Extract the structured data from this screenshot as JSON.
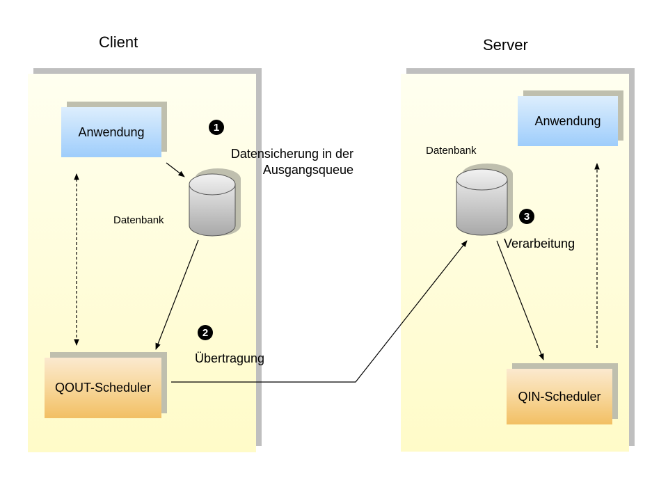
{
  "client": {
    "heading": "Client",
    "application_label": "Anwendung",
    "database_label": "Datenbank",
    "scheduler_label": "QOUT-Scheduler",
    "step1": {
      "number": "1",
      "text_line1": "Datensicherung in der",
      "text_line2": "Ausgangsqueue"
    },
    "step2": {
      "number": "2",
      "text": "Übertragung"
    }
  },
  "server": {
    "heading": "Server",
    "application_label": "Anwendung",
    "database_label": "Datenbank",
    "scheduler_label": "QIN-Scheduler",
    "step3": {
      "number": "3",
      "text": "Verarbeitung"
    }
  },
  "colors": {
    "panel": "#fffbc8",
    "panel_shadow": "#bfbfbf",
    "application_box": "#9ecdfb",
    "scheduler_box": "#f2bf63",
    "arrow": "#000000"
  }
}
